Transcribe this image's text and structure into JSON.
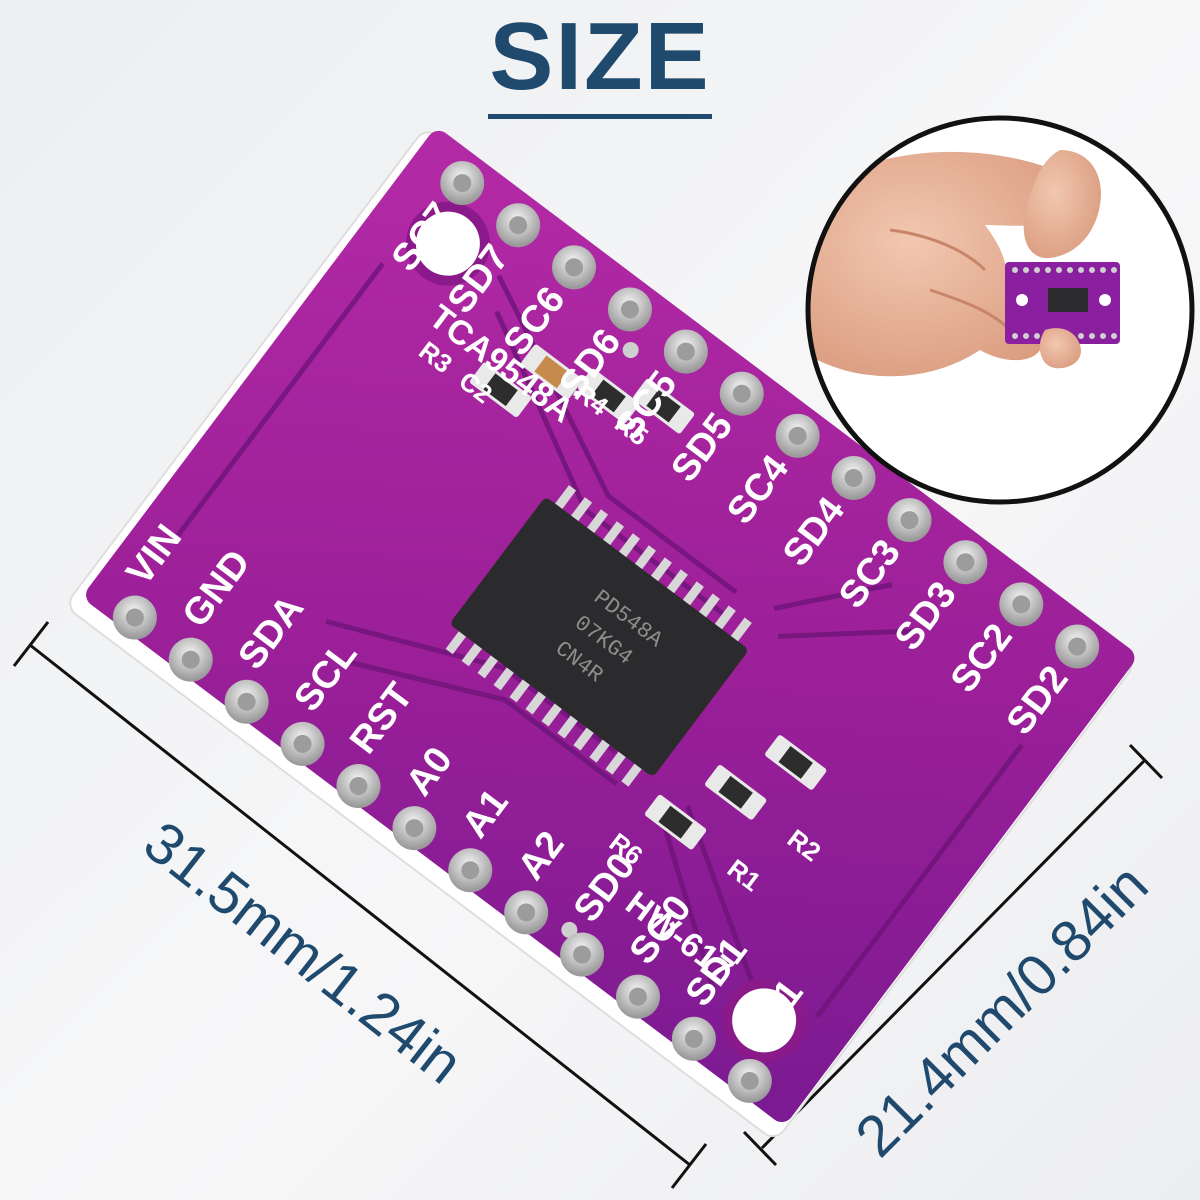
{
  "title": "SIZE",
  "dimensions": {
    "length": "31.5mm/1.24in",
    "width": "21.4mm/0.84in"
  },
  "board": {
    "model": "HW-617",
    "ic_label": "TCA9548A",
    "chip_lines": [
      "PD548A",
      "07KG4",
      "CN4R"
    ],
    "left_pins": [
      "VIN",
      "GND",
      "SDA",
      "SCL",
      "RST",
      "A0",
      "A1",
      "A2",
      "SD0",
      "SC0",
      "SD1",
      "SC1"
    ],
    "right_pins": [
      "SC7",
      "SD7",
      "SC6",
      "SD6",
      "SC5",
      "SD5",
      "SC4",
      "SD4",
      "SC3",
      "SD3",
      "SC2",
      "SD2"
    ],
    "component_labels": [
      "R3",
      "C2",
      "R4",
      "R5",
      "R1",
      "R2",
      "R6"
    ]
  },
  "colors": {
    "title": "#1f4a6e",
    "pcb": "#a0219a",
    "pcb_dark": "#6a1380",
    "pad": "#c9c9c9"
  }
}
